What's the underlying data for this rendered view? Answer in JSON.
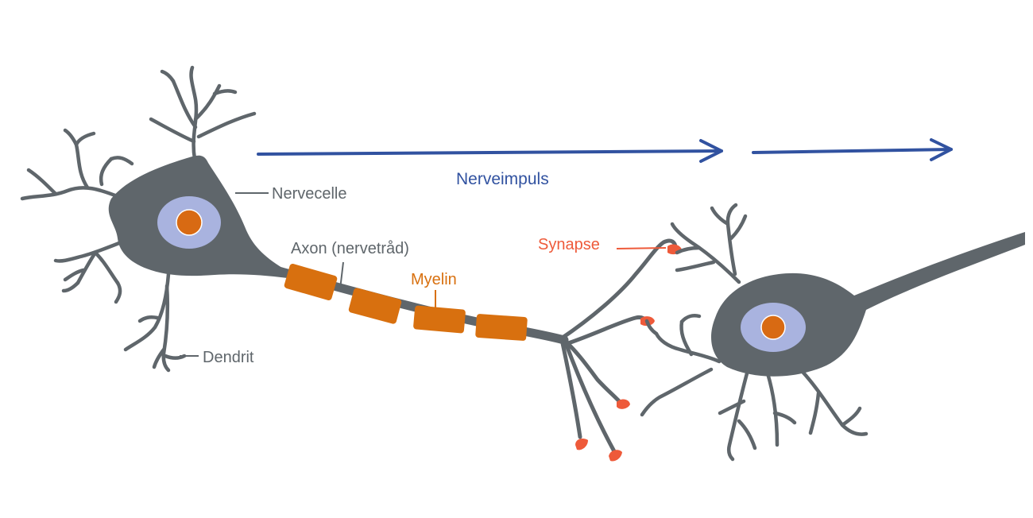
{
  "labels": {
    "nervecelle": "Nervecelle",
    "axon": "Axon (nervetråd)",
    "myelin": "Myelin",
    "dendrit": "Dendrit",
    "synapse": "Synapse",
    "nerveimpuls": "Nerveimpuls"
  },
  "colors": {
    "cell": "#5f666b",
    "nucleus_outer": "#a9b3df",
    "nucleus_inner": "#d86a13",
    "myelin": "#d8700f",
    "synapse": "#ee5a3a",
    "impulse_arrow": "#3152a0",
    "label_gray": "#5f666b",
    "label_myelin": "#d8700f",
    "label_synapse": "#ee5a3a",
    "label_impulse": "#3152a0"
  },
  "icons": {
    "impulse_arrow": "arrow-right-icon"
  }
}
